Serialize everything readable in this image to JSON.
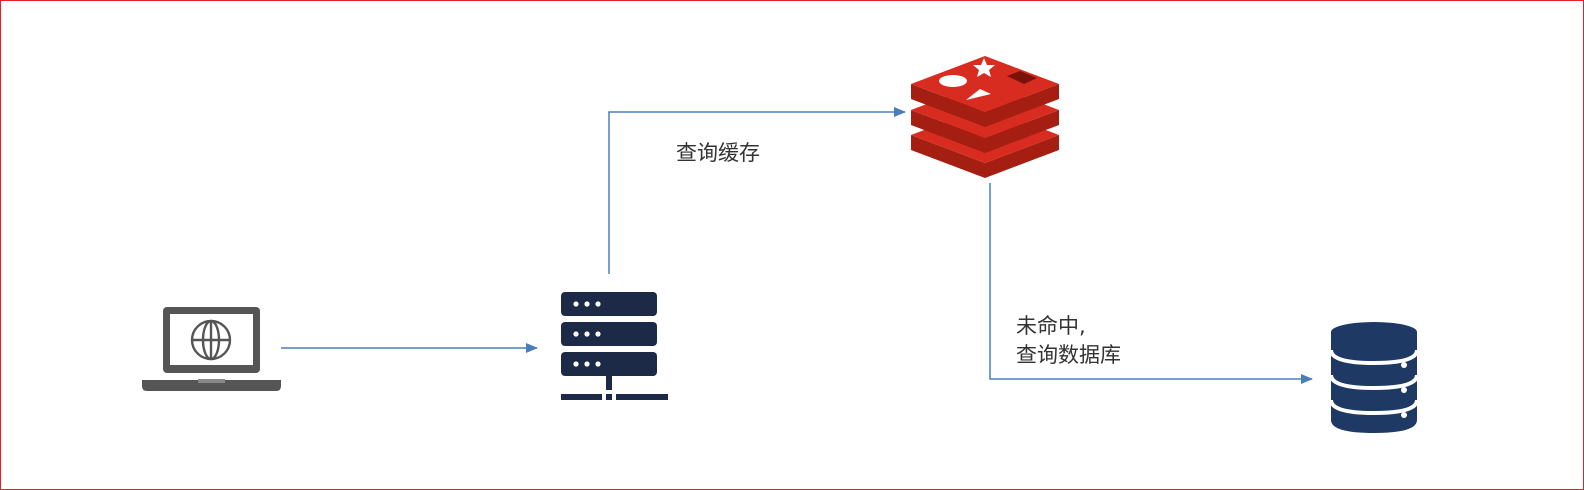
{
  "labels": {
    "query_cache": "查询缓存",
    "miss_line1": "未命中,",
    "miss_line2": "查询数据库"
  },
  "colors": {
    "border": "#e0202a",
    "arrow": "#4a7ebb",
    "laptop": "#555555",
    "server": "#1c2a48",
    "redis_top": "#d82c20",
    "redis_side": "#a41e11",
    "database": "#1e3a64"
  },
  "nodes": {
    "client": "laptop-globe-icon",
    "server": "server-rack-icon",
    "cache": "redis-icon",
    "database": "database-icon"
  }
}
